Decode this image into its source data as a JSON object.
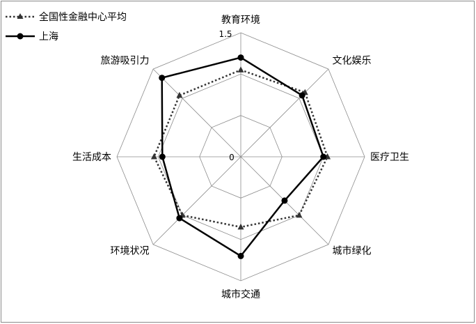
{
  "chart_data": {
    "type": "radar",
    "categories": [
      "教育环境",
      "文化娱乐",
      "医疗卫生",
      "城市绿化",
      "城市交通",
      "环境状况",
      "生活成本",
      "旅游吸引力"
    ],
    "rmax": 1.5,
    "tick_labels": [
      "0",
      "1.5"
    ],
    "grid": true,
    "legend_position": "top-left",
    "series": [
      {
        "name": "全国性金融中心平均",
        "values": [
          1.05,
          1.1,
          1.05,
          1.0,
          0.85,
          1.0,
          1.05,
          1.05
        ],
        "color": "#333333",
        "line": "dotted",
        "marker": "triangle"
      },
      {
        "name": "上海",
        "values": [
          1.2,
          1.05,
          1.0,
          0.75,
          1.2,
          1.05,
          0.95,
          1.35
        ],
        "color": "#000000",
        "line": "solid",
        "marker": "circle"
      }
    ]
  }
}
